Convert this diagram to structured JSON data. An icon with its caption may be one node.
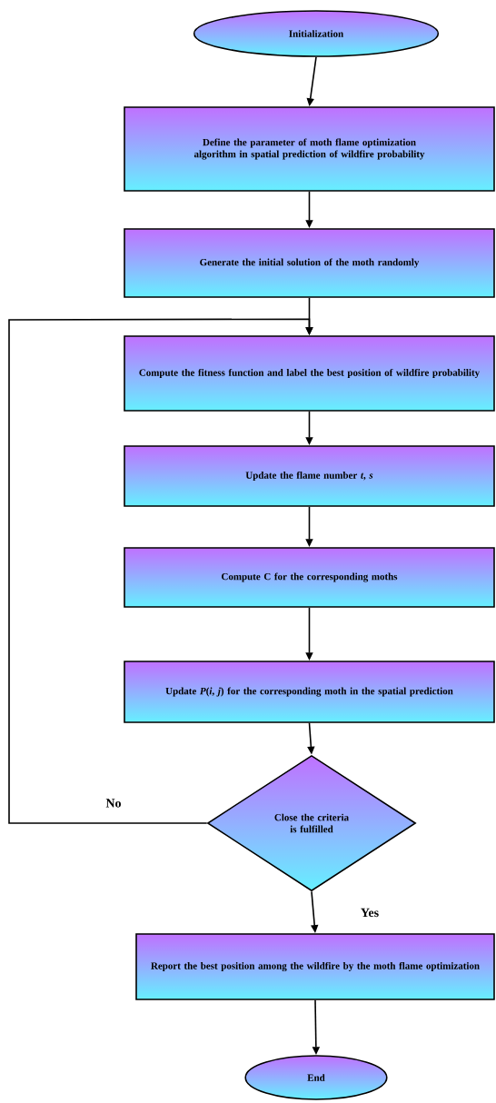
{
  "diagram": {
    "nodes": [
      {
        "text": [
          "Initialization"
        ]
      },
      {
        "text": [
          "Define the parameter of moth flame optimization algorithm in spatial prediction of wildfire probability"
        ]
      },
      {
        "text": [
          "Generate the initial solution of the moth randomly"
        ]
      },
      {
        "text": [
          "Compute the fitness function and label the best position of wildfire probability"
        ]
      },
      {
        "text": [
          "Update the flame number *t*, *s*"
        ]
      },
      {
        "text": [
          "Compute C for the corresponding moths"
        ]
      },
      {
        "text": [
          "Update *P*(*i*, *j*) for the corresponding moth in the spatial prediction"
        ]
      },
      {
        "text": [
          "Close the criteria is fulfilled"
        ]
      },
      {
        "text": [
          "Report the best position among the wildfire by the moth flame optimization"
        ]
      },
      {
        "text": [
          "End"
        ]
      }
    ],
    "edges": [
      {
        "from": 0,
        "to": 1,
        "arrow": "to"
      },
      {
        "from": 1,
        "to": 2,
        "arrow": "to"
      },
      {
        "from": 2,
        "to": 3,
        "arrow": "to"
      },
      {
        "from": 3,
        "to": 4,
        "arrow": "to"
      },
      {
        "from": 4,
        "to": 5,
        "arrow": "to"
      },
      {
        "from": 5,
        "to": 6,
        "arrow": "to"
      },
      {
        "from": 6,
        "to": 7,
        "arrow": "to"
      },
      {
        "from": 7,
        "to": 3,
        "arrow": "to",
        "label": "No"
      },
      {
        "from": 7,
        "to": 8,
        "arrow": "to",
        "label": "Yes"
      },
      {
        "from": 8,
        "to": 9,
        "arrow": "to"
      }
    ]
  }
}
